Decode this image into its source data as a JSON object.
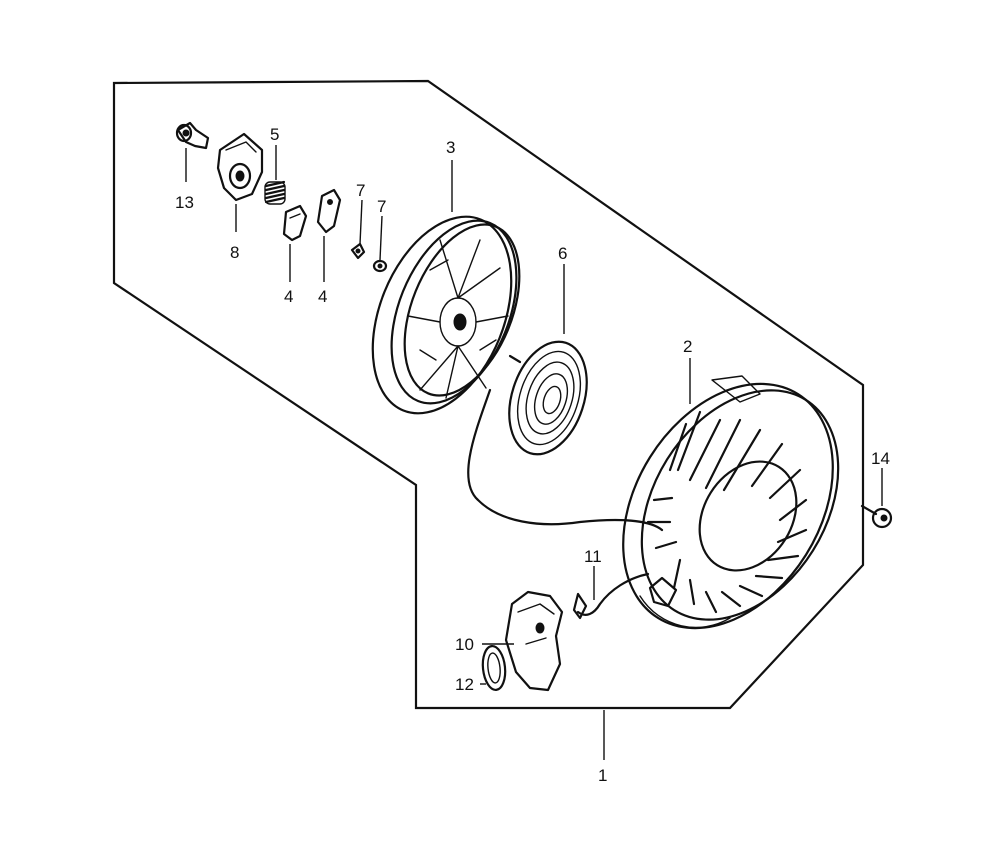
{
  "diagram": {
    "background": "#ffffff",
    "ink_color": "#111111",
    "callouts": [
      {
        "id": "c1",
        "text": "1"
      },
      {
        "id": "c2",
        "text": "2"
      },
      {
        "id": "c3",
        "text": "3"
      },
      {
        "id": "c4a",
        "text": "4"
      },
      {
        "id": "c4b",
        "text": "4"
      },
      {
        "id": "c5",
        "text": "5"
      },
      {
        "id": "c6",
        "text": "6"
      },
      {
        "id": "c7a",
        "text": "7"
      },
      {
        "id": "c7b",
        "text": "7"
      },
      {
        "id": "c8",
        "text": "8"
      },
      {
        "id": "c10",
        "text": "10"
      },
      {
        "id": "c11",
        "text": "11"
      },
      {
        "id": "c12",
        "text": "12"
      },
      {
        "id": "c13",
        "text": "13"
      },
      {
        "id": "c14",
        "text": "14"
      }
    ],
    "parts": [
      "starter-assembly",
      "starter-case",
      "starter-reel",
      "ratchet",
      "ratchet-spring",
      "recoil-spring",
      "washer",
      "friction-plate",
      "starter-grip",
      "rope",
      "grip-insert",
      "setting-bolt",
      "flange-bolt"
    ]
  }
}
